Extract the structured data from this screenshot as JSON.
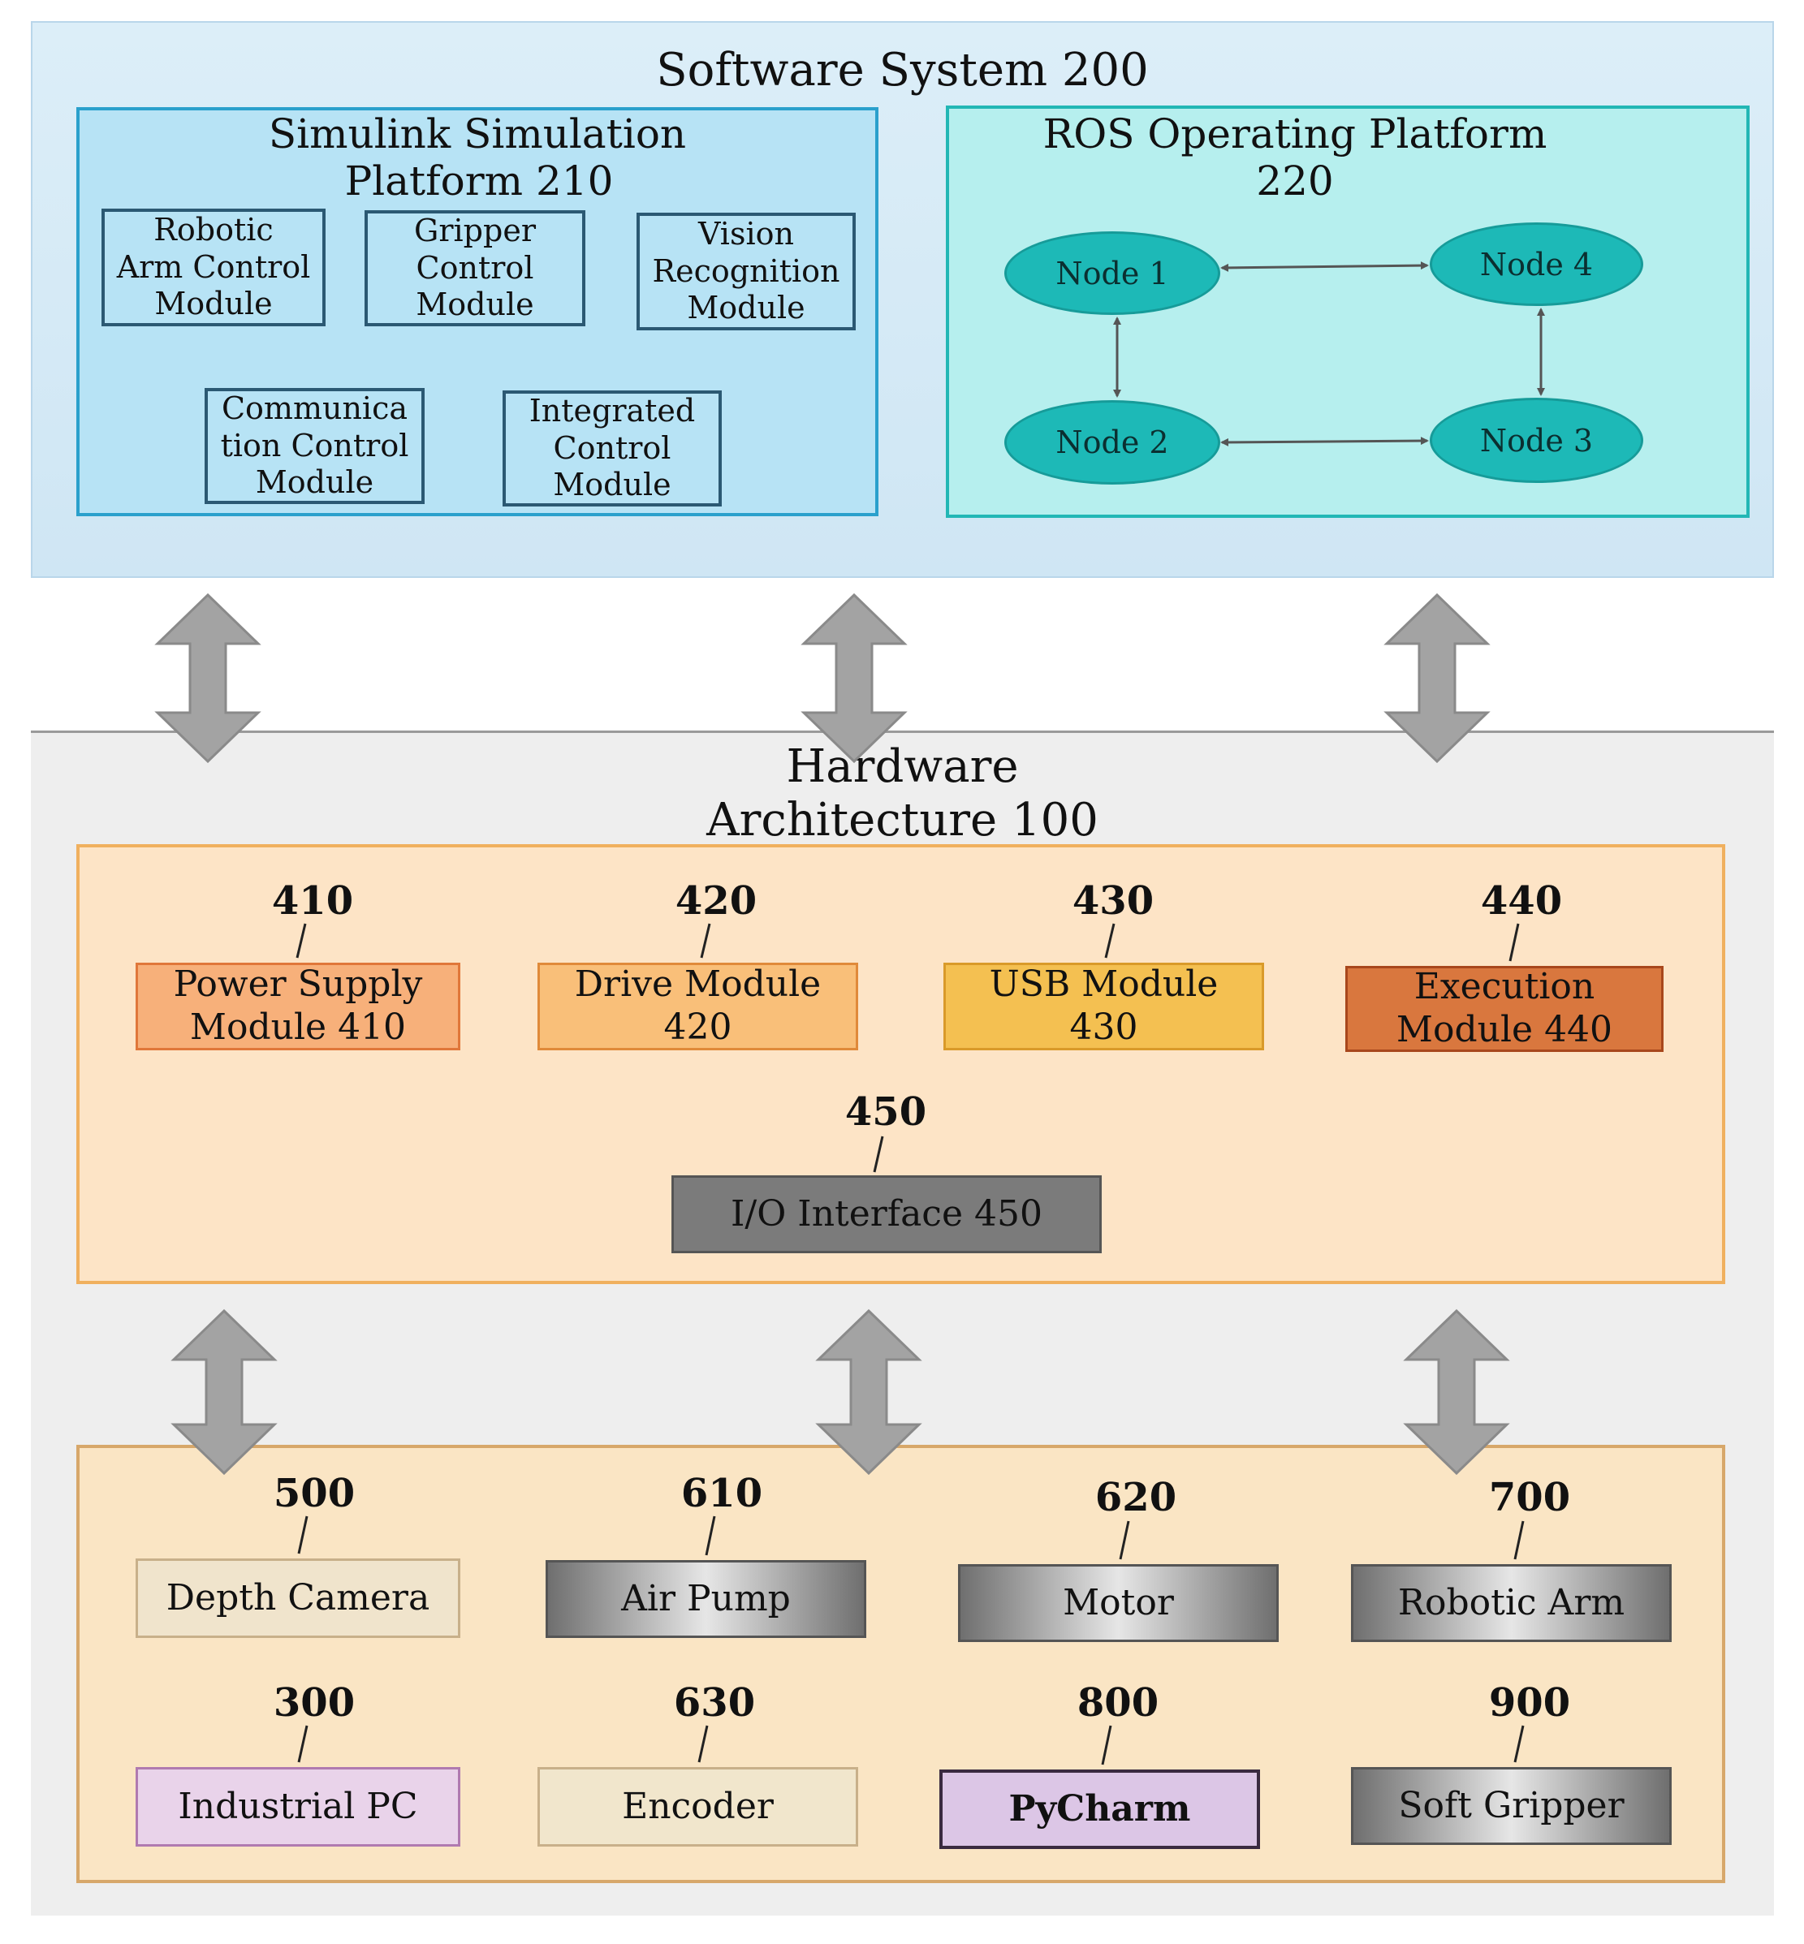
{
  "software": {
    "title": "Software System 200",
    "simulink": {
      "title_line1": "Simulink Simulation",
      "title_line2": "Platform 210",
      "modules": [
        {
          "l1": "Robotic",
          "l2": "Arm Control",
          "l3": "Module"
        },
        {
          "l1": "Gripper",
          "l2": "Control",
          "l3": "Module"
        },
        {
          "l1": "Vision",
          "l2": "Recognition",
          "l3": "Module"
        },
        {
          "l1": "Communica",
          "l2": "tion Control",
          "l3": "Module"
        },
        {
          "l1": "Integrated",
          "l2": "Control",
          "l3": "Module"
        }
      ]
    },
    "ros": {
      "title_line1": "ROS Operating Platform",
      "title_line2": "220",
      "nodes": [
        "Node 1",
        "Node 4",
        "Node 2",
        "Node 3"
      ]
    }
  },
  "hardware": {
    "title_line1": "Hardware",
    "title_line2": "Architecture 100",
    "modules": [
      {
        "ref": "410",
        "l1": "Power Supply",
        "l2": "Module 410",
        "color": "#f7b07a"
      },
      {
        "ref": "420",
        "l1": "Drive Module",
        "l2": "420",
        "color": "#f9bf79"
      },
      {
        "ref": "430",
        "l1": "USB Module",
        "l2": "430",
        "color": "#f4c051"
      },
      {
        "ref": "440",
        "l1": "Execution",
        "l2": "Module 440",
        "color": "#d9773e"
      }
    ],
    "io": {
      "ref": "450",
      "label": "I/O Interface 450",
      "color": "#7b7b7b"
    }
  },
  "devices": [
    {
      "ref": "500",
      "label": "Depth Camera",
      "style": "beige"
    },
    {
      "ref": "610",
      "label": "Air Pump",
      "style": "gray"
    },
    {
      "ref": "620",
      "label": "Motor",
      "style": "gray"
    },
    {
      "ref": "700",
      "label": "Robotic Arm",
      "style": "gray"
    },
    {
      "ref": "300",
      "label": "Industrial PC",
      "style": "lilac"
    },
    {
      "ref": "630",
      "label": "Encoder",
      "style": "beige"
    },
    {
      "ref": "800",
      "label": "PyCharm",
      "style": "lilac-bold"
    },
    {
      "ref": "900",
      "label": "Soft Gripper",
      "style": "gray"
    }
  ],
  "colors": {
    "software_bg": "#d4ebf7",
    "simulink_panel": "#b7e3f5",
    "ros_panel": "#b6efee",
    "node_fill": "#1db9b7",
    "hw_core_bg": "#fde4c6",
    "hw_devices_bg": "#fae5c4",
    "arrow_fill": "#a3a3a3"
  }
}
